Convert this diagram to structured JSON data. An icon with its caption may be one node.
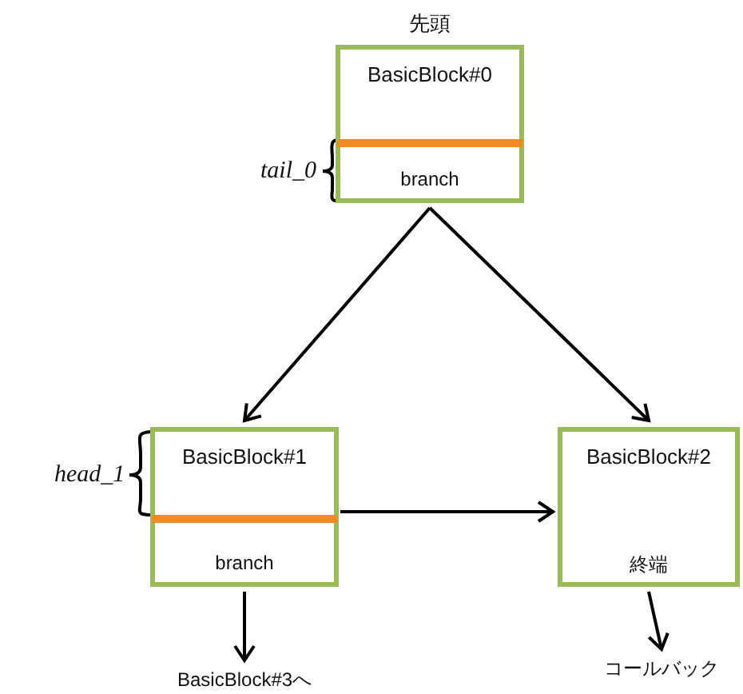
{
  "diagram": {
    "nodes": [
      {
        "text": [
          "BasicBlock#0",
          "branch"
        ],
        "beside": [
          "先頭"
        ]
      },
      {
        "text": [
          "BasicBlock#1",
          "branch"
        ]
      },
      {
        "text": [
          "BasicBlock#2",
          "終端"
        ]
      },
      {
        "text": [
          "BasicBlock#3へ"
        ]
      },
      {
        "text": [
          "コールバック"
        ]
      }
    ],
    "edges": [
      {
        "from": 0,
        "to": 1,
        "arrow": "to"
      },
      {
        "from": 0,
        "to": 2,
        "arrow": "to"
      },
      {
        "from": 1,
        "to": 2,
        "arrow": "to"
      },
      {
        "from": 1,
        "to": 3,
        "arrow": "to"
      },
      {
        "from": 2,
        "to": 4,
        "arrow": "to"
      }
    ],
    "labels": [
      "tail_0",
      "head_1"
    ]
  }
}
